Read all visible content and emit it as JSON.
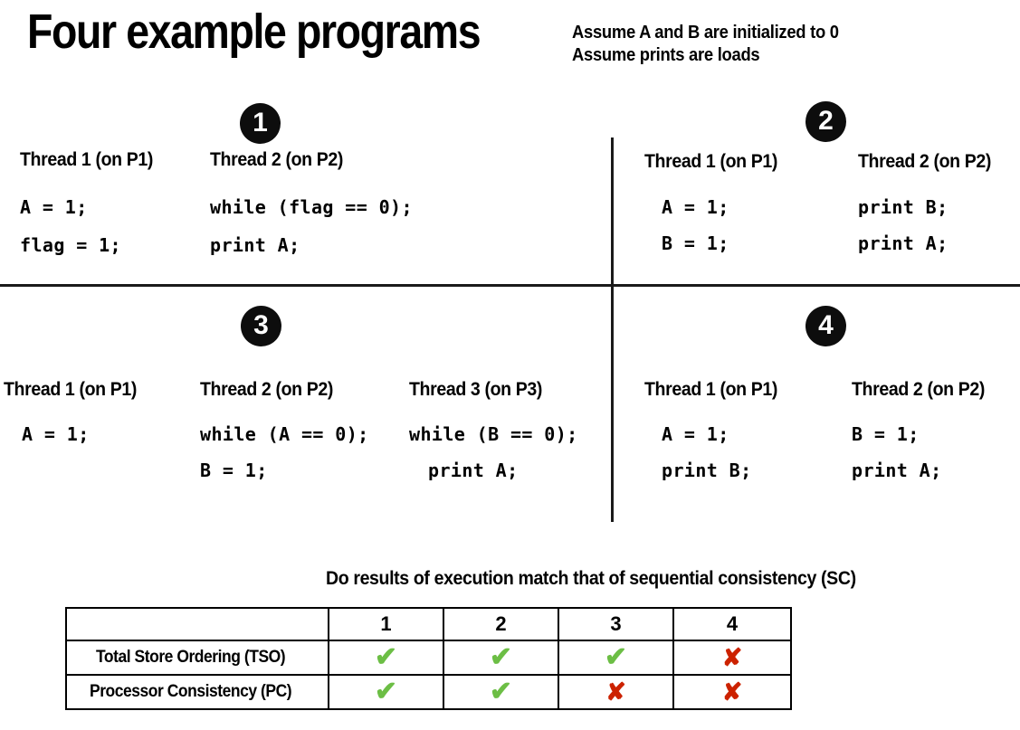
{
  "slide": {
    "title": "Four example programs",
    "assumptions": [
      "Assume A and B are initialized to 0",
      "Assume prints are loads"
    ]
  },
  "colors": {
    "yes": "#6CBE45",
    "no": "#CC2200",
    "ink": "#000000",
    "badge_bg": "#0D0D0D"
  },
  "programs": [
    {
      "badge": "1",
      "threads": [
        {
          "header": "Thread 1 (on P1)",
          "lines": [
            "A = 1;",
            "flag = 1;"
          ]
        },
        {
          "header": "Thread 2 (on P2)",
          "lines": [
            "while (flag == 0);",
            "print A;"
          ]
        }
      ]
    },
    {
      "badge": "2",
      "threads": [
        {
          "header": "Thread 1 (on P1)",
          "lines": [
            "A = 1;",
            "B = 1;"
          ]
        },
        {
          "header": "Thread 2 (on P2)",
          "lines": [
            "print B;",
            "print A;"
          ]
        }
      ]
    },
    {
      "badge": "3",
      "threads": [
        {
          "header": "Thread 1 (on P1)",
          "lines": [
            "A = 1;"
          ]
        },
        {
          "header": "Thread 2 (on P2)",
          "lines": [
            "while (A == 0);",
            "B = 1;"
          ]
        },
        {
          "header": "Thread 3 (on P3)",
          "lines": [
            "while (B == 0);",
            "print A;"
          ]
        }
      ]
    },
    {
      "badge": "4",
      "threads": [
        {
          "header": "Thread 1 (on P1)",
          "lines": [
            "A = 1;",
            "print B;"
          ]
        },
        {
          "header": "Thread 2 (on P2)",
          "lines": [
            "B = 1;",
            "print A;"
          ]
        }
      ]
    }
  ],
  "results": {
    "caption": "Do results of execution match that of sequential consistency (SC)",
    "corner_label": "",
    "columns": [
      "1",
      "2",
      "3",
      "4"
    ],
    "rows": [
      {
        "label": "Total Store Ordering (TSO)",
        "cells": [
          "yes",
          "yes",
          "yes",
          "no"
        ],
        "glyphs": [
          "✔",
          "✔",
          "✔",
          "✘"
        ]
      },
      {
        "label": "Processor Consistency (PC)",
        "cells": [
          "yes",
          "yes",
          "no",
          "no"
        ],
        "glyphs": [
          "✔",
          "✔",
          "✘",
          "✘"
        ]
      }
    ]
  }
}
